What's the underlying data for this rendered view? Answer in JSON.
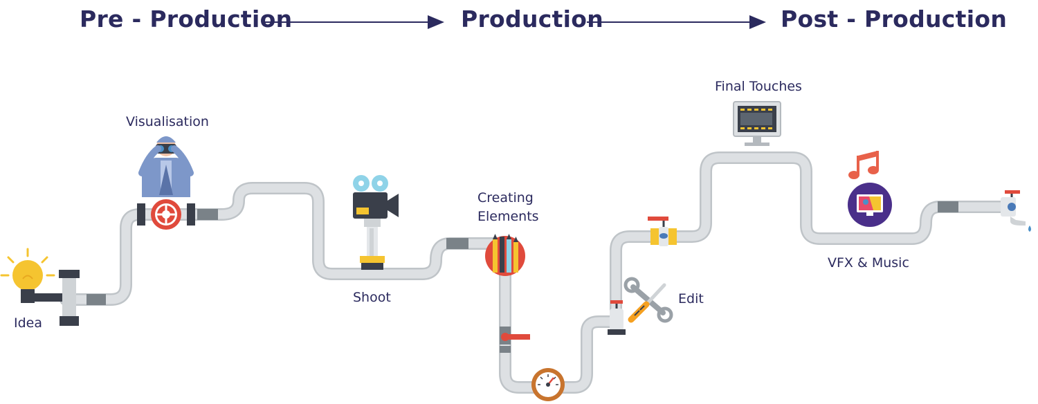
{
  "phases": {
    "pre_production": "Pre - Production",
    "production": "Production",
    "post_production": "Post - Production"
  },
  "steps": {
    "idea": "Idea",
    "visualisation": "Visualisation",
    "shoot": "Shoot",
    "creating_elements_line1": "Creating",
    "creating_elements_line2": "Elements",
    "edit": "Edit",
    "final_touches": "Final Touches",
    "vfx_music": "VFX & Music"
  },
  "icons": [
    "lightbulb-icon",
    "binoculars-person-icon",
    "valve-wheel-icon",
    "film-camera-icon",
    "art-supplies-icon",
    "pressure-gauge-icon",
    "tools-icon",
    "tap-icon",
    "monitor-film-icon",
    "music-note-icon",
    "vfx-monitor-icon",
    "faucet-icon"
  ],
  "colors": {
    "text": "#2b2a5e",
    "pipe": "#d2d6d9",
    "pipe_dark": "#7a8288",
    "valve_red": "#e04a3c",
    "accent_yellow": "#f5c430",
    "vfx_purple": "#4a2f8a"
  }
}
